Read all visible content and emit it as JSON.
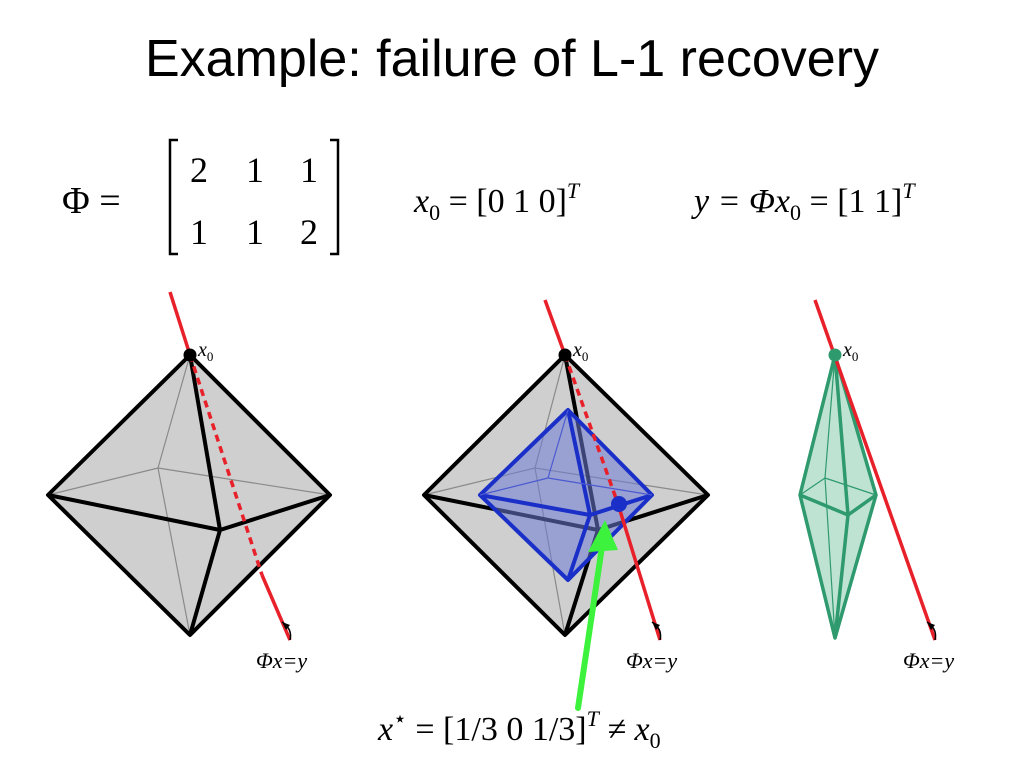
{
  "slide": {
    "title": "Example: failure of L-1 recovery"
  },
  "equations": {
    "phi": {
      "lhs": "Φ =",
      "row1": [
        "2",
        "1",
        "1"
      ],
      "row2": [
        "1",
        "1",
        "2"
      ]
    },
    "x0": {
      "var": "x",
      "sub": "0",
      "rhs": " = [0 1 0]",
      "sup": "T"
    },
    "y": {
      "lhs": "y = Φx",
      "sub": "0",
      "rhs": " = [1 1]",
      "sup": "T"
    },
    "xstar": {
      "var": "x",
      "star": "⋆",
      "rhs": " = [1/3 0 1/3]",
      "sup": "T",
      "neq": " ≠ x",
      "sub": "0"
    }
  },
  "figures": {
    "vertex_label_var": "x",
    "vertex_label_sub": "0",
    "line_label": "Φx=y"
  },
  "colors": {
    "line": "#e8202a",
    "polytope_fill": "#cfcfcf",
    "l1_ball": "#1a2fc8",
    "l1_ball_fill": "#6e7ad6",
    "spindle": "#2e9a6e",
    "spindle_fill": "#bfe3d2",
    "arrow": "#3df23d"
  }
}
